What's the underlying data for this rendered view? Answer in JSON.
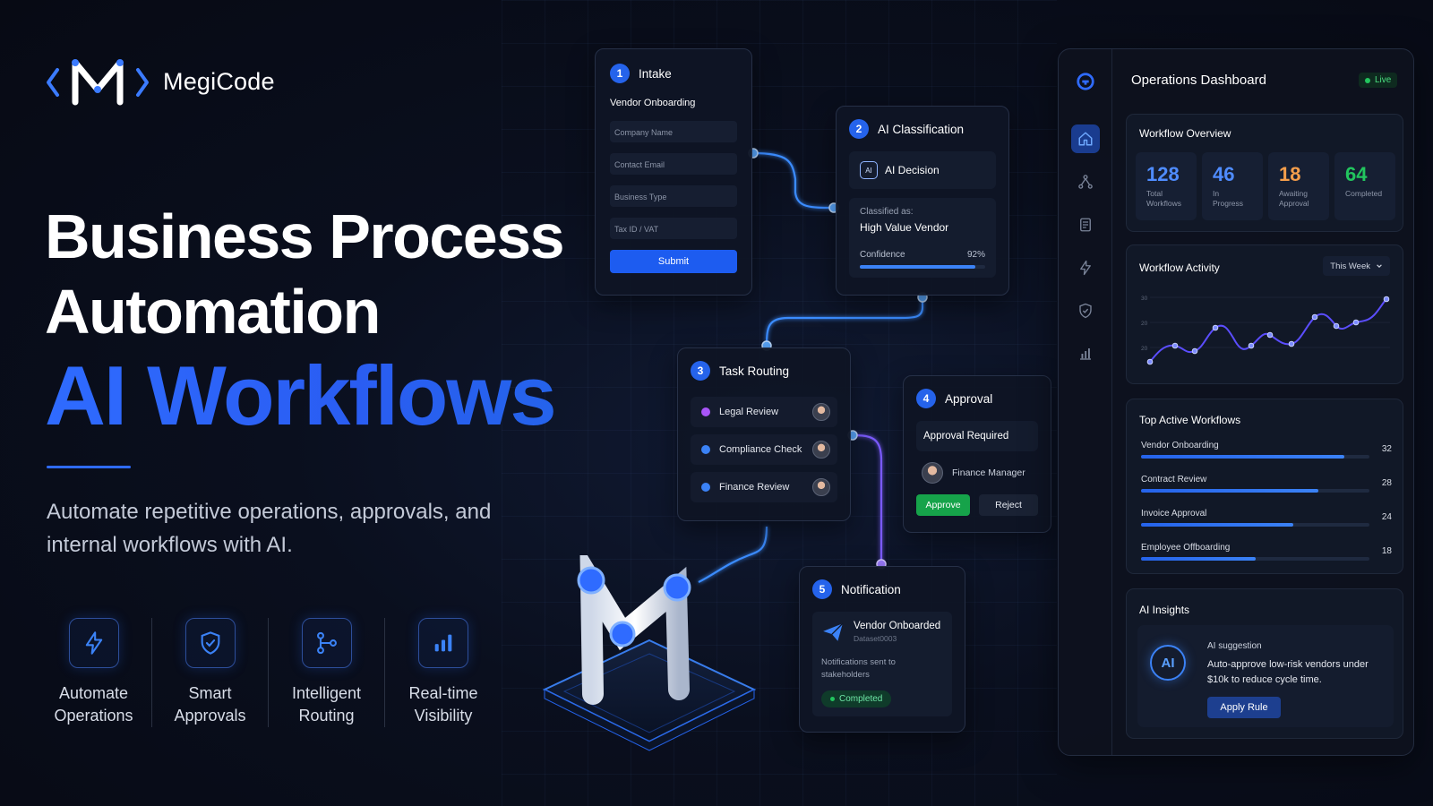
{
  "brand": {
    "name": "MegiCode"
  },
  "hero": {
    "title_line1": "Business Process",
    "title_line2": "Automation",
    "accent": "AI Workflows",
    "subtitle": "Automate repetitive operations, approvals, and internal workflows with AI."
  },
  "features": [
    {
      "label": "Automate\nOperations",
      "icon": "lightning-icon"
    },
    {
      "label": "Smart\nApprovals",
      "icon": "shield-check-icon"
    },
    {
      "label": "Intelligent\nRouting",
      "icon": "routing-icon"
    },
    {
      "label": "Real-time\nVisibility",
      "icon": "bar-chart-icon"
    }
  ],
  "intake": {
    "step": "1",
    "title": "Intake",
    "form_title": "Vendor Onboarding",
    "fields": [
      "Company Name",
      "Contact Email",
      "Business Type",
      "Tax ID / VAT"
    ],
    "submit": "Submit"
  },
  "classification": {
    "step": "2",
    "title": "AI Classification",
    "decision": "AI Decision",
    "classified_label": "Classified as:",
    "classified_value": "High Value Vendor",
    "confidence_label": "Confidence",
    "confidence_value": "92%",
    "confidence": 0.92
  },
  "routing": {
    "step": "3",
    "title": "Task Routing",
    "items": [
      {
        "label": "Legal Review",
        "color": "#a855f7"
      },
      {
        "label": "Compliance Check",
        "color": "#3b82f6"
      },
      {
        "label": "Finance Review",
        "color": "#3b82f6"
      }
    ]
  },
  "approval": {
    "step": "4",
    "title": "Approval",
    "required": "Approval Required",
    "approver": "Finance Manager",
    "approve": "Approve",
    "reject": "Reject"
  },
  "notification": {
    "step": "5",
    "title": "Notification",
    "headline": "Vendor Onboarded",
    "subline": "Dataset0003",
    "message": "Notifications sent to stakeholders",
    "status": "Completed"
  },
  "dashboard": {
    "title": "Operations Dashboard",
    "live": "Live",
    "overview": {
      "title": "Workflow Overview",
      "stats": [
        {
          "value": "128",
          "label": "Total\nWorkflows",
          "color": "#4f8cff"
        },
        {
          "value": "46",
          "label": "In\nProgress",
          "color": "#4f8cff"
        },
        {
          "value": "18",
          "label": "Awaiting\nApproval",
          "color": "#f59e4b"
        },
        {
          "value": "64",
          "label": "Completed",
          "color": "#22c55e"
        }
      ]
    },
    "activity": {
      "title": "Workflow Activity",
      "range": "This Week",
      "y_ticks": [
        "30",
        "20",
        "20"
      ]
    },
    "top": {
      "title": "Top Active Workflows",
      "items": [
        {
          "name": "Vendor Onboarding",
          "count": "32",
          "value": 32
        },
        {
          "name": "Contract Review",
          "count": "28",
          "value": 28
        },
        {
          "name": "Invoice Approval",
          "count": "24",
          "value": 24
        },
        {
          "name": "Employee Offboarding",
          "count": "18",
          "value": 18
        }
      ]
    },
    "insights": {
      "title": "AI Insights",
      "badge": "AI",
      "label": "AI suggestion",
      "text": "Auto-approve low-risk vendors under $10k to reduce cycle time.",
      "action": "Apply Rule"
    }
  }
}
